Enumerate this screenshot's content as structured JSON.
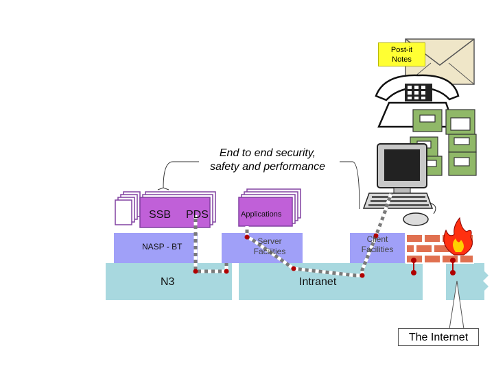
{
  "labels": {
    "postit": [
      "Post-it",
      "Notes"
    ],
    "heading": [
      "End to end security,",
      "safety and performance"
    ],
    "ssb": "SSB",
    "pds": "PDS",
    "applications": "Applications",
    "nasp": "NASP - BT",
    "server": [
      "Server",
      "Facilities"
    ],
    "client": [
      "Client",
      "Facilities"
    ],
    "n3": "N3",
    "intranet": "Intranet",
    "internet": "The Internet"
  },
  "colors": {
    "network_band": "#a8d8df",
    "nasp_band": "#a0a0f8",
    "service_box": "#c060d8",
    "brick": "#e07050",
    "postit": "#ffff33",
    "cabinet": "#90b868",
    "flame": "#ff6020"
  },
  "icons": [
    "envelope-icon",
    "telephone-icon",
    "filing-cabinet-icon",
    "computer-icon",
    "firewall-icon",
    "flame-icon"
  ]
}
